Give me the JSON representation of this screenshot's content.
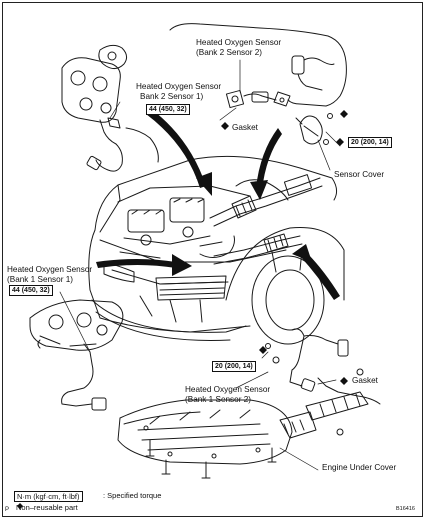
{
  "labels": {
    "ho2_b2s2_line1": "Heated Oxygen Sensor",
    "ho2_b2s2_line2": "(Bank 2 Sensor 2)",
    "ho2_b2s1_line1": "Heated Oxygen Sensor",
    "ho2_b2s1_line2": "Bank 2 Sensor 1)",
    "ho2_b1s1_line1": "Heated Oxygen Sensor",
    "ho2_b1s1_line2": "(Bank 1 Sensor 1)",
    "ho2_b1s2_line1": "Heated Oxygen Sensor",
    "ho2_b1s2_line2": "(Bank 1 Sensor 2)",
    "gasket_top": "Gasket",
    "gasket_right": "Gasket",
    "sensor_cover": "Sensor Cover",
    "engine_under_cover": "Engine Under Cover"
  },
  "torques": {
    "b2s1": "44 (450, 32)",
    "top_right": "20 (200, 14)",
    "b1s1": "44 (450, 32)",
    "mid_right": "20 (200, 14)"
  },
  "legend": {
    "torque_unit": "N·m (kgf·cm, ft·lbf)",
    "torque_desc": ": Specified torque",
    "nonreusable": "Non–reusable part"
  },
  "corner_letter": "P",
  "figure_id": "B16416",
  "icons": {
    "nonreusable": "diamond-icon"
  }
}
